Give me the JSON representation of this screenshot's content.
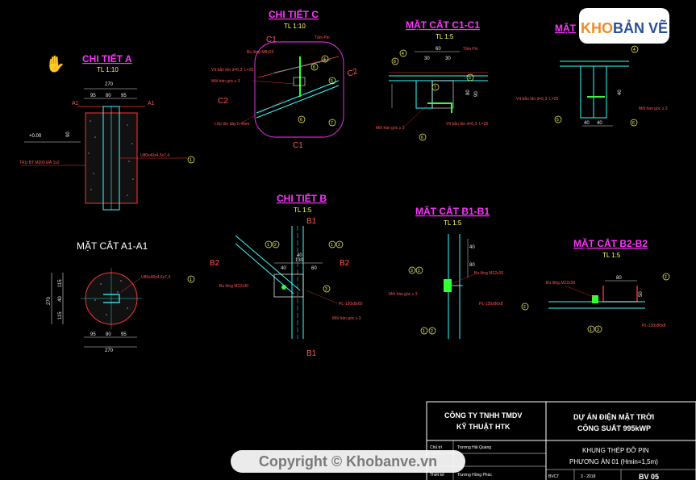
{
  "drawing": {
    "chi_tiet_a": {
      "title": "CHI TIẾT A",
      "scale": "TL 1:10",
      "dim_total": "270",
      "dim_parts": [
        "95",
        "80",
        "95"
      ],
      "label_a": "A1",
      "level": "+0.00",
      "dim_depth": "90",
      "note_left": "TRỤ BT M200 ĐÁ 1x2",
      "note_right": "U80x40x4,5x7,4",
      "marker": "1"
    },
    "mat_cat_a1": {
      "title": "MẶT CẮT A1-A1",
      "note": "U80x40x4,5x7,4",
      "dim_total": "270",
      "dim_parts": [
        "95",
        "80",
        "95"
      ],
      "dim_left": "270",
      "dim_left_parts": [
        "115",
        "40",
        "115"
      ],
      "marker": "1"
    },
    "chi_tiet_c": {
      "title": "CHI TIẾT C",
      "scale": "TL 1:10",
      "cut_labels": [
        "C1",
        "C2",
        "C1",
        "C2"
      ],
      "notes": [
        "Tấm Pin",
        "Bu lông M8x20",
        "Vít bắn tôn d=6,3; L=20",
        "Mối hàn góc ≥ 3",
        "Lớp tôn dày 0,4mm"
      ],
      "markers": [
        "4",
        "5",
        "6",
        "7",
        "8"
      ]
    },
    "mat_cat_c1": {
      "title": "MẶT CẮT C1-C1",
      "scale": "TL 1:5",
      "notes": [
        "Tấm Pin",
        "Vít bắn tôn d=6,3; L=20",
        "Mối hàn góc ≥ 3"
      ],
      "dims": [
        "60",
        "30",
        "30",
        "80",
        "90"
      ],
      "markers": [
        "4",
        "5",
        "6",
        "7",
        "8"
      ]
    },
    "mat_cat_c2": {
      "title_part": "MẶT",
      "notes": [
        "Vít bắn tôn d=6,3; L=20",
        "Mối hàn góc ≥ 3"
      ],
      "dims": [
        "40",
        "40",
        "40"
      ],
      "markers": [
        "4",
        "5",
        "6"
      ]
    },
    "chi_tiet_b": {
      "title": "CHI TIẾT B",
      "scale": "TL 1:5",
      "labels": [
        "B1",
        "B2",
        "B2",
        "B1"
      ],
      "notes": [
        "Bu lông M12x30",
        "PL-130x8x60",
        "Mối hàn góc ≥ 3"
      ],
      "dims": [
        "40",
        "130",
        "40",
        "60"
      ],
      "markers": [
        "1",
        "2",
        "3"
      ]
    },
    "mat_cat_b1": {
      "title": "MẶT CẮT B1-B1",
      "scale": "TL 1:5",
      "notes": [
        "Bu lông M12x30",
        "Mối hàn góc ≥ 3",
        "PL-130x80x8"
      ],
      "dims": [
        "40",
        "80"
      ],
      "markers": [
        "1",
        "2",
        "3"
      ]
    },
    "mat_cat_b2": {
      "title": "MẶT CẮT B2-B2",
      "scale": "TL 1:5",
      "notes": [
        "Bu lông M12x30",
        "PL-130x80x8"
      ],
      "dims": [
        "80",
        "50"
      ],
      "markers": [
        "1",
        "2",
        "3"
      ]
    }
  },
  "title_block": {
    "company_line1": "CÔNG TY TNHH TMDV",
    "company_line2": "KỸ THUẬT HTK",
    "project_line1": "DỰ ÁN ĐIỆN MẶT TRỜI",
    "project_line2": "CÔNG SUẤT 995kWP",
    "role_1": "Chủ trì",
    "person_1": "Trương Hải Quang",
    "role_2": "Thiết kế",
    "person_2": "Trương Hồng Phúc",
    "sheet_name": "KHUNG THÉP ĐỠ PIN",
    "sheet_sub": "PHƯƠNG ÁN 01 (Hmin=1,5m)",
    "date_label": "BVCT",
    "date": "3 - 2018",
    "sheet_no": "BV 05"
  },
  "watermark": {
    "copyright": "Copyright © Khobanve.vn",
    "logo_k": "KHO",
    "logo_b": "BẢN VẼ"
  },
  "colors": {
    "background": "#000000",
    "header": "#ff33ff",
    "scale": "#ffff66",
    "line_cyan": "#33ffff",
    "line_red": "#ff3333",
    "line_green": "#33ff33"
  }
}
